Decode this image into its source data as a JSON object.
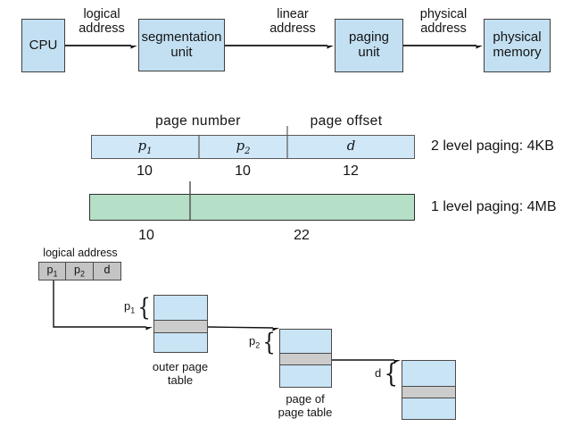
{
  "flow_diagram": {
    "boxes": [
      {
        "label": "CPU"
      },
      {
        "label": "segmentation\nunit"
      },
      {
        "label": "paging\nunit"
      },
      {
        "label": "physical\nmemory"
      }
    ],
    "arrow_labels": [
      {
        "label": "logical\naddress"
      },
      {
        "label": "linear\naddress"
      },
      {
        "label": "physical\naddress"
      }
    ]
  },
  "address_32bit": {
    "header_page_number": "page number",
    "header_page_offset": "page offset",
    "fields": [
      {
        "base": "p",
        "sub": "1",
        "bits": "10"
      },
      {
        "base": "p",
        "sub": "2",
        "bits": "10"
      },
      {
        "base": "d",
        "sub": "",
        "bits": "12"
      }
    ],
    "caption": "2 level paging: 4KB"
  },
  "address_1level": {
    "bits": [
      "10",
      "22"
    ],
    "caption": "1 level paging: 4MB"
  },
  "page_table_walk": {
    "logical_address_label": "logical address",
    "address_fields": [
      {
        "base": "p",
        "sub": "1"
      },
      {
        "base": "p",
        "sub": "2"
      },
      {
        "base": "d",
        "sub": ""
      }
    ],
    "index_labels": [
      {
        "base": "p",
        "sub": "1",
        "brace": "{"
      },
      {
        "base": "p",
        "sub": "2",
        "brace": "{"
      },
      {
        "base": "d",
        "sub": "",
        "brace": "{"
      }
    ],
    "table_captions": [
      {
        "label": "outer page\ntable"
      },
      {
        "label": "page of\npage table"
      }
    ]
  },
  "colors": {
    "flow_box_blue": "#c3e0f2",
    "bar_blue": "#cfe7f6",
    "bar_green": "#b5dfc7",
    "row_gray": "#cccccc",
    "cell_gray": "#c4c4c4",
    "line_black": "#111111"
  }
}
